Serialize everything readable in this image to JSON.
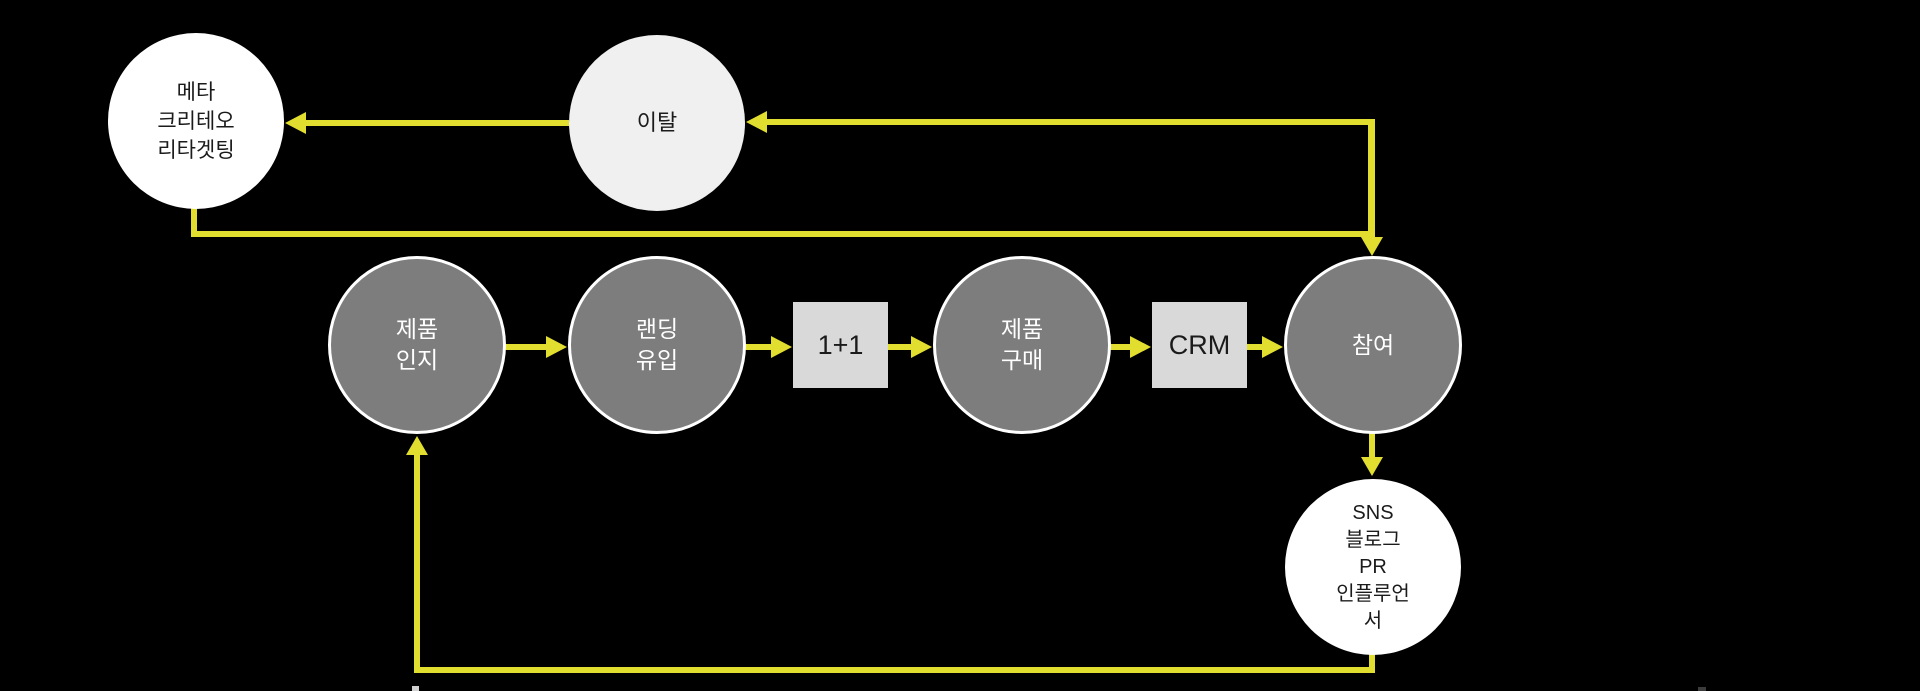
{
  "diagram": {
    "nodes": {
      "meta_retargeting": {
        "label": "메타\n크리테오\n리타겟팅",
        "shape": "circle",
        "fill": "white"
      },
      "churn": {
        "label": "이탈",
        "shape": "circle",
        "fill": "offwhite"
      },
      "product_awareness": {
        "label": "제품\n인지",
        "shape": "circle",
        "fill": "gray"
      },
      "landing_inflow": {
        "label": "랜딩\n유입",
        "shape": "circle",
        "fill": "gray"
      },
      "one_plus_one": {
        "label": "1+1",
        "shape": "box",
        "fill": "light-gray"
      },
      "product_purchase": {
        "label": "제품\n구매",
        "shape": "circle",
        "fill": "gray"
      },
      "crm": {
        "label": "CRM",
        "shape": "box",
        "fill": "light-gray"
      },
      "engagement": {
        "label": "참여",
        "shape": "circle",
        "fill": "gray"
      },
      "sns_channels": {
        "label": "SNS\n블로그\nPR\n인플루언\n서",
        "shape": "circle",
        "fill": "white"
      }
    },
    "edges": [
      "churn -> meta_retargeting",
      "engagement -> churn (top loop)",
      "meta_retargeting -> engagement (mid loop)",
      "product_awareness -> landing_inflow",
      "landing_inflow -> one_plus_one",
      "one_plus_one -> product_purchase",
      "product_purchase -> crm",
      "crm -> engagement",
      "engagement -> sns_channels",
      "sns_channels -> product_awareness (bottom loop)"
    ]
  },
  "colors": {
    "background": "#000000",
    "arrow_yellow": "#e2de30",
    "node_gray": "#7d7d7d",
    "node_gray_border": "#ffffff",
    "node_gray_text": "#ffffff",
    "node_box_gray": "#d9d9d9",
    "node_white": "#ffffff",
    "node_offwhite": "#f0f0f0",
    "text_dark": "#1b1b1b",
    "tick_light": "#d0d0d0",
    "tick_dark": "#3c3c3c"
  }
}
